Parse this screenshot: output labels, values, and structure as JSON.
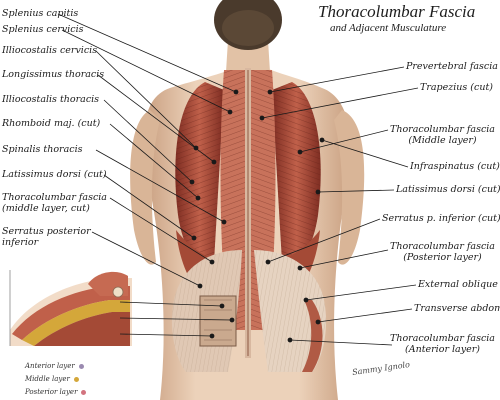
{
  "title": "Thoracolumbar Fascia",
  "subtitle": "and Adjacent Musculature",
  "left_labels": [
    {
      "text": "Splenius capitis"
    },
    {
      "text": "Splenius cervicis"
    },
    {
      "text": "Illiocostalis cervicis"
    },
    {
      "text": "Longissimus thoracis"
    },
    {
      "text": "Illiocostalis thoracis"
    },
    {
      "text": "Rhomboid maj. (cut)"
    },
    {
      "text": "Spinalis thoracis"
    },
    {
      "text": "Latissimus dorsi (cut)"
    },
    {
      "text": "Thoracolumbar fascia",
      "text2": "(middle layer, cut)"
    },
    {
      "text": "Serratus posterior",
      "text2": "inferior"
    }
  ],
  "right_labels": [
    {
      "text": "Prevertebral fascia"
    },
    {
      "text": "Trapezius (cut)"
    },
    {
      "text": "Thoracolumbar fascia",
      "text2": "(Middle layer)"
    },
    {
      "text": "Infraspinatus (cut)"
    },
    {
      "text": "Latissimus dorsi (cut)"
    },
    {
      "text": "Serratus p. inferior (cut)"
    },
    {
      "text": "Thoracolumbar fascia",
      "text2": "(Posterior layer)"
    },
    {
      "text": "External oblique"
    },
    {
      "text": "Transverse abdominis"
    },
    {
      "text": "Thoracolumbar fascia",
      "text2": "(Anterior layer)"
    }
  ],
  "legend": [
    {
      "text": "Anterior layer",
      "color": "#9a8ab0"
    },
    {
      "text": "Middle layer",
      "color": "#d4a73a"
    },
    {
      "text": "Posterior layer",
      "color": "#d2737f"
    }
  ],
  "signature": "Sammy Ignolo",
  "colors": {
    "skin": "#e8c9ae",
    "skin_shadow": "#c99f80",
    "muscle": "#b9543f",
    "muscle_dark": "#7e2d22",
    "fascia": "#e6d3c1",
    "hair": "#4a3a2c",
    "leader": "#1a1a1a"
  }
}
